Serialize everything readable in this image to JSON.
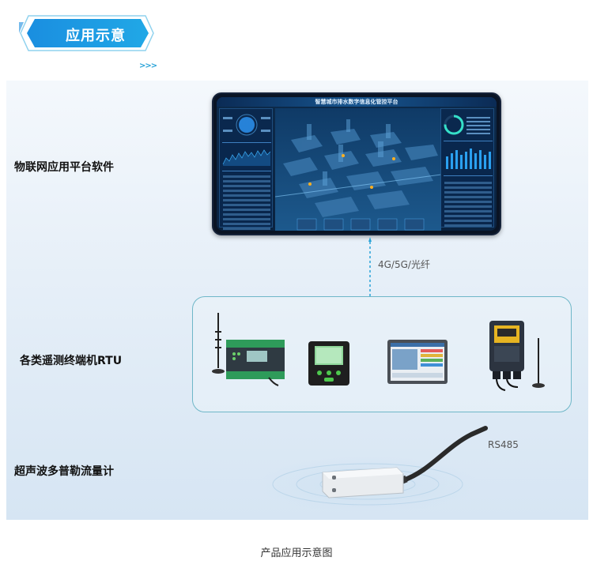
{
  "header": {
    "title": "应用示意"
  },
  "layers": {
    "platform": {
      "label": "物联网应用平台软件",
      "screen_title": "智慧城市排水数字信息化管控平台"
    },
    "link": {
      "label": "4G/5G/光纤"
    },
    "rtu": {
      "label": "各类遥测终端机RTU"
    },
    "meter": {
      "label": "超声波多普勒流量计",
      "cable_label": "RS485"
    }
  },
  "caption": "产品应用示意图",
  "colors": {
    "badge": "#1e8fd6",
    "accent": "#29a3d8",
    "rtu_border": "#6fb7c8",
    "link": "#29a3d8"
  }
}
